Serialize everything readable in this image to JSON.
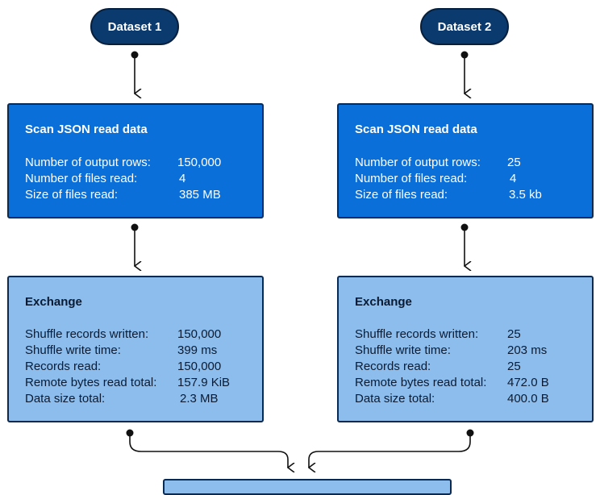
{
  "datasets": [
    {
      "title": "Dataset 1",
      "scan": {
        "title": "Scan JSON read data",
        "rows": [
          {
            "label": "Number of output rows:",
            "value": "150,000"
          },
          {
            "label": "Number of files read:",
            "value": "4"
          },
          {
            "label": "Size of files read:",
            "value": "385 MB"
          }
        ]
      },
      "exchange": {
        "title": "Exchange",
        "rows": [
          {
            "label": "Shuffle records written:",
            "value": "150,000"
          },
          {
            "label": "Shuffle write time:",
            "value": "399 ms"
          },
          {
            "label": "Records read:",
            "value": "150,000"
          },
          {
            "label": "Remote bytes read total:",
            "value": "157.9 KiB"
          },
          {
            "label": "Data size total:",
            "value": "2.3 MB"
          }
        ]
      }
    },
    {
      "title": "Dataset 2",
      "scan": {
        "title": "Scan JSON read data",
        "rows": [
          {
            "label": "Number of output rows:",
            "value": "25"
          },
          {
            "label": "Number of files read:",
            "value": "4"
          },
          {
            "label": "Size of files read:",
            "value": "3.5 kb"
          }
        ]
      },
      "exchange": {
        "title": "Exchange",
        "rows": [
          {
            "label": "Shuffle records written:",
            "value": "25"
          },
          {
            "label": "Shuffle write time:",
            "value": "203 ms"
          },
          {
            "label": "Records read:",
            "value": "25"
          },
          {
            "label": "Remote bytes read total:",
            "value": "472.0 B"
          },
          {
            "label": "Data size total:",
            "value": "400.0 B"
          }
        ]
      }
    }
  ],
  "colors": {
    "pill": "#0b3a6e",
    "scan_box": "#0a6fd8",
    "exchange_box": "#8cbdec",
    "border": "#0a2a52",
    "connector": "#111111"
  }
}
